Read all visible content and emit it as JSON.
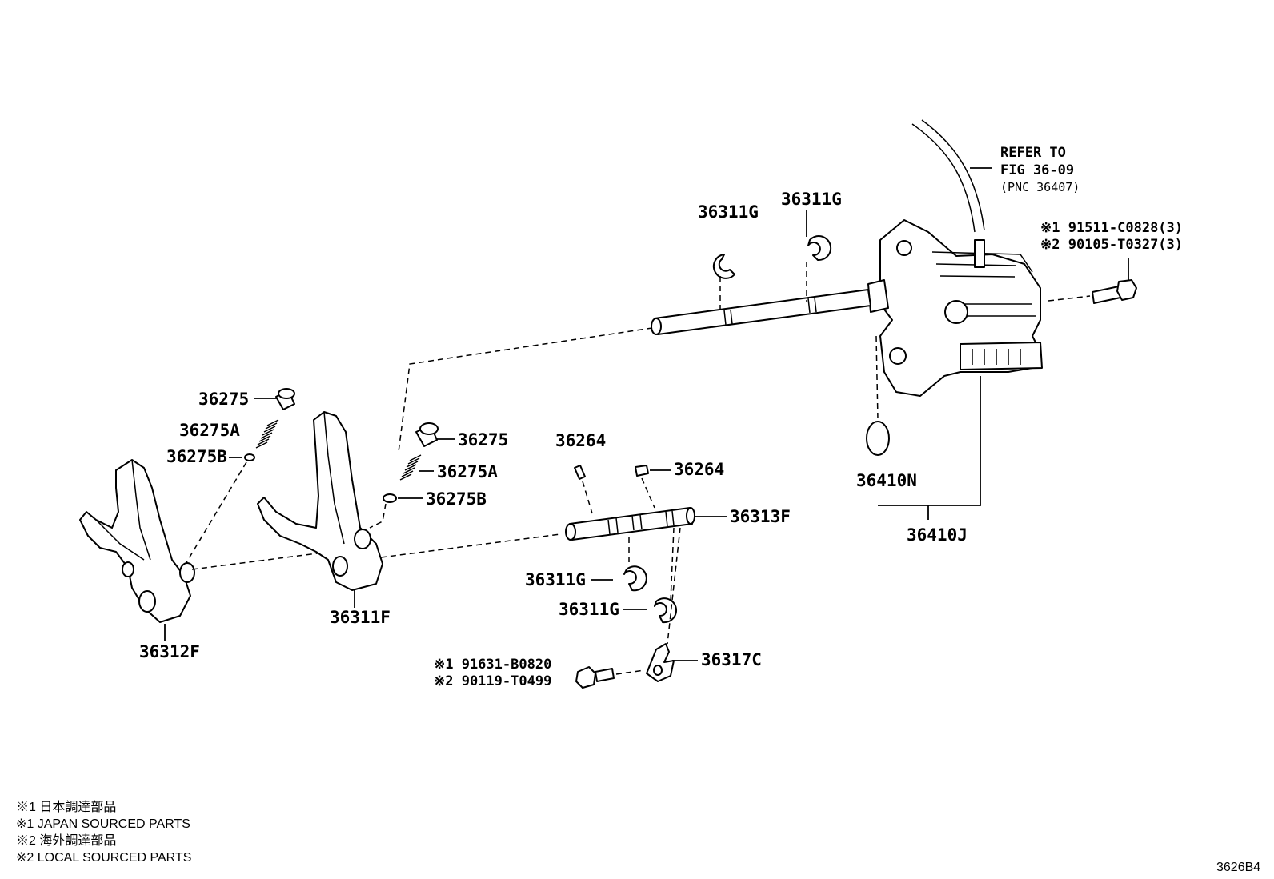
{
  "labels": {
    "refer_line1": "REFER TO",
    "refer_line2": "FIG 36-09",
    "refer_line3": "(PNC 36407)",
    "bolt_top_1": "※1 91511-C0828(3)",
    "bolt_top_2": "※2 90105-T0327(3)",
    "clip_a": "36311G",
    "clip_b": "36311G",
    "oring": "36410N",
    "assembly": "36410J",
    "plug_left": "36275",
    "spring_left": "36275A",
    "ball_left": "36275B",
    "plug_mid": "36275",
    "spring_mid": "36275A",
    "ball_mid": "36275B",
    "pin_left": "36264",
    "pin_right": "36264",
    "shaft": "36313F",
    "clip_c": "36311G",
    "clip_d": "36311G",
    "fork_left": "36312F",
    "fork_mid": "36311F",
    "lever": "36317C",
    "bolt_bot_1": "※1 91631-B0820",
    "bolt_bot_2": "※2 90119-T0499"
  },
  "notes": [
    "※1 日本調達部品",
    "※1 JAPAN SOURCED PARTS",
    "※2 海外調達部品",
    "※2 LOCAL SOURCED PARTS"
  ],
  "figure_code": "3626B4"
}
